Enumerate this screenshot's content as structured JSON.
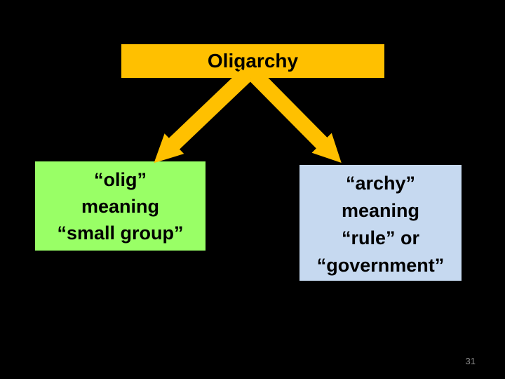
{
  "colors": {
    "bg": "#000000",
    "gold": "#FFC000",
    "green": "#99FF66",
    "blue": "#C6D9F0",
    "ink": "#000000",
    "pagenum": "#8C8C8C"
  },
  "slide": {
    "title_box": {
      "label": "Oligarchy"
    },
    "left_box": {
      "lines": [
        "“olig”",
        "meaning",
        "“small group”"
      ]
    },
    "right_box": {
      "lines": [
        "“archy”",
        "meaning",
        "“rule” or",
        "“government”"
      ]
    },
    "page_number": "31"
  }
}
